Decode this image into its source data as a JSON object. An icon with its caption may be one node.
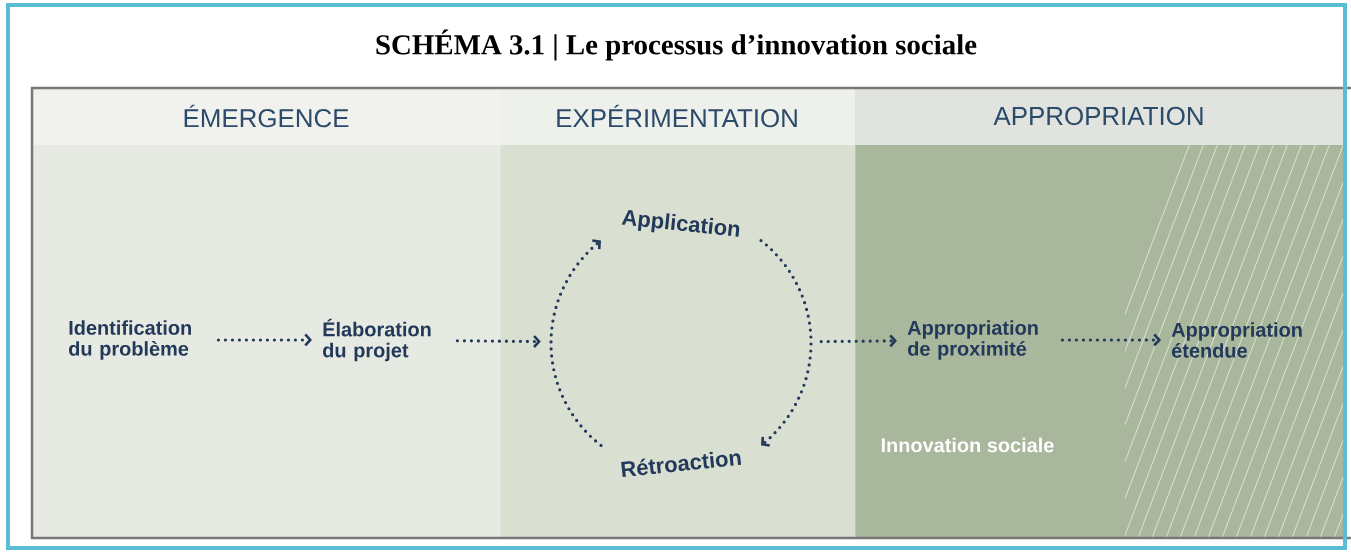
{
  "diagram": {
    "title": "SCHÉMA 3.1  |  Le processus d’innovation sociale",
    "nodes": [
      {
        "text": [
          "ÉMERGENCE"
        ]
      },
      {
        "text": [
          "EXPÉRIMENTATION"
        ]
      },
      {
        "text": [
          "APPROPRIATION"
        ]
      },
      {
        "text": [
          "Identification du problème"
        ],
        "in": 0
      },
      {
        "text": [
          "Élaboration du projet"
        ],
        "in": 0
      },
      {
        "text": [],
        "shape": "circle",
        "in": 1,
        "beside": [
          "Application",
          "Rétroaction"
        ]
      },
      {
        "text": [
          "Appropriation de proximité"
        ],
        "in": 2
      },
      {
        "text": [
          "Appropriation étendue"
        ],
        "in": 2
      }
    ],
    "edges": [
      {
        "from": 3,
        "to": 4,
        "arrow": "to"
      },
      {
        "from": 4,
        "to": 5,
        "arrow": "to"
      },
      {
        "from": 5,
        "to": 6,
        "arrow": "to"
      },
      {
        "from": 6,
        "to": 7,
        "arrow": "to"
      }
    ],
    "labels": [
      "Innovation sociale"
    ]
  }
}
